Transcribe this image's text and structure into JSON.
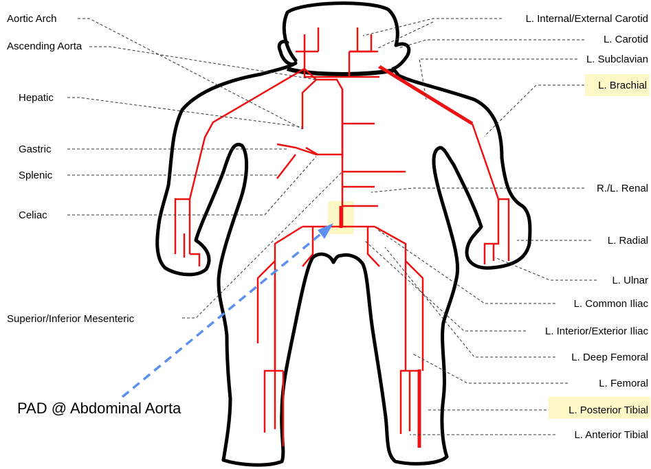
{
  "colors": {
    "artery": "#ee1111",
    "highlight": "#fdf8c6",
    "arrow": "#5b8ff0",
    "outline": "#000000"
  },
  "labels": {
    "aortic_arch": "Aortic Arch",
    "ascending_aorta": "Ascending Aorta",
    "hepatic": "Hepatic",
    "gastric": "Gastric",
    "splenic": "Splenic",
    "celiac": "Celiac",
    "sup_inf_mesenteric": "Superior/Inferior Mesenteric",
    "l_int_ext_carotid": "L. Internal/External Carotid",
    "l_carotid": "L. Carotid",
    "l_subclavian": "L. Subclavian",
    "l_brachial": "L. Brachial",
    "rl_renal": "R./L. Renal",
    "l_radial": "L. Radial",
    "l_ulnar": "L. Ulnar",
    "l_common_iliac": "L. Common Iliac",
    "l_int_ext_iliac": "L. Interior/Exterior Iliac",
    "l_deep_femoral": "L. Deep Femoral",
    "l_femoral": "L. Femoral",
    "l_posterior_tibial": "L. Posterior Tibial",
    "l_anterior_tibial": "L. Anterior Tibial"
  },
  "annotation": "PAD @ Abdominal Aorta"
}
